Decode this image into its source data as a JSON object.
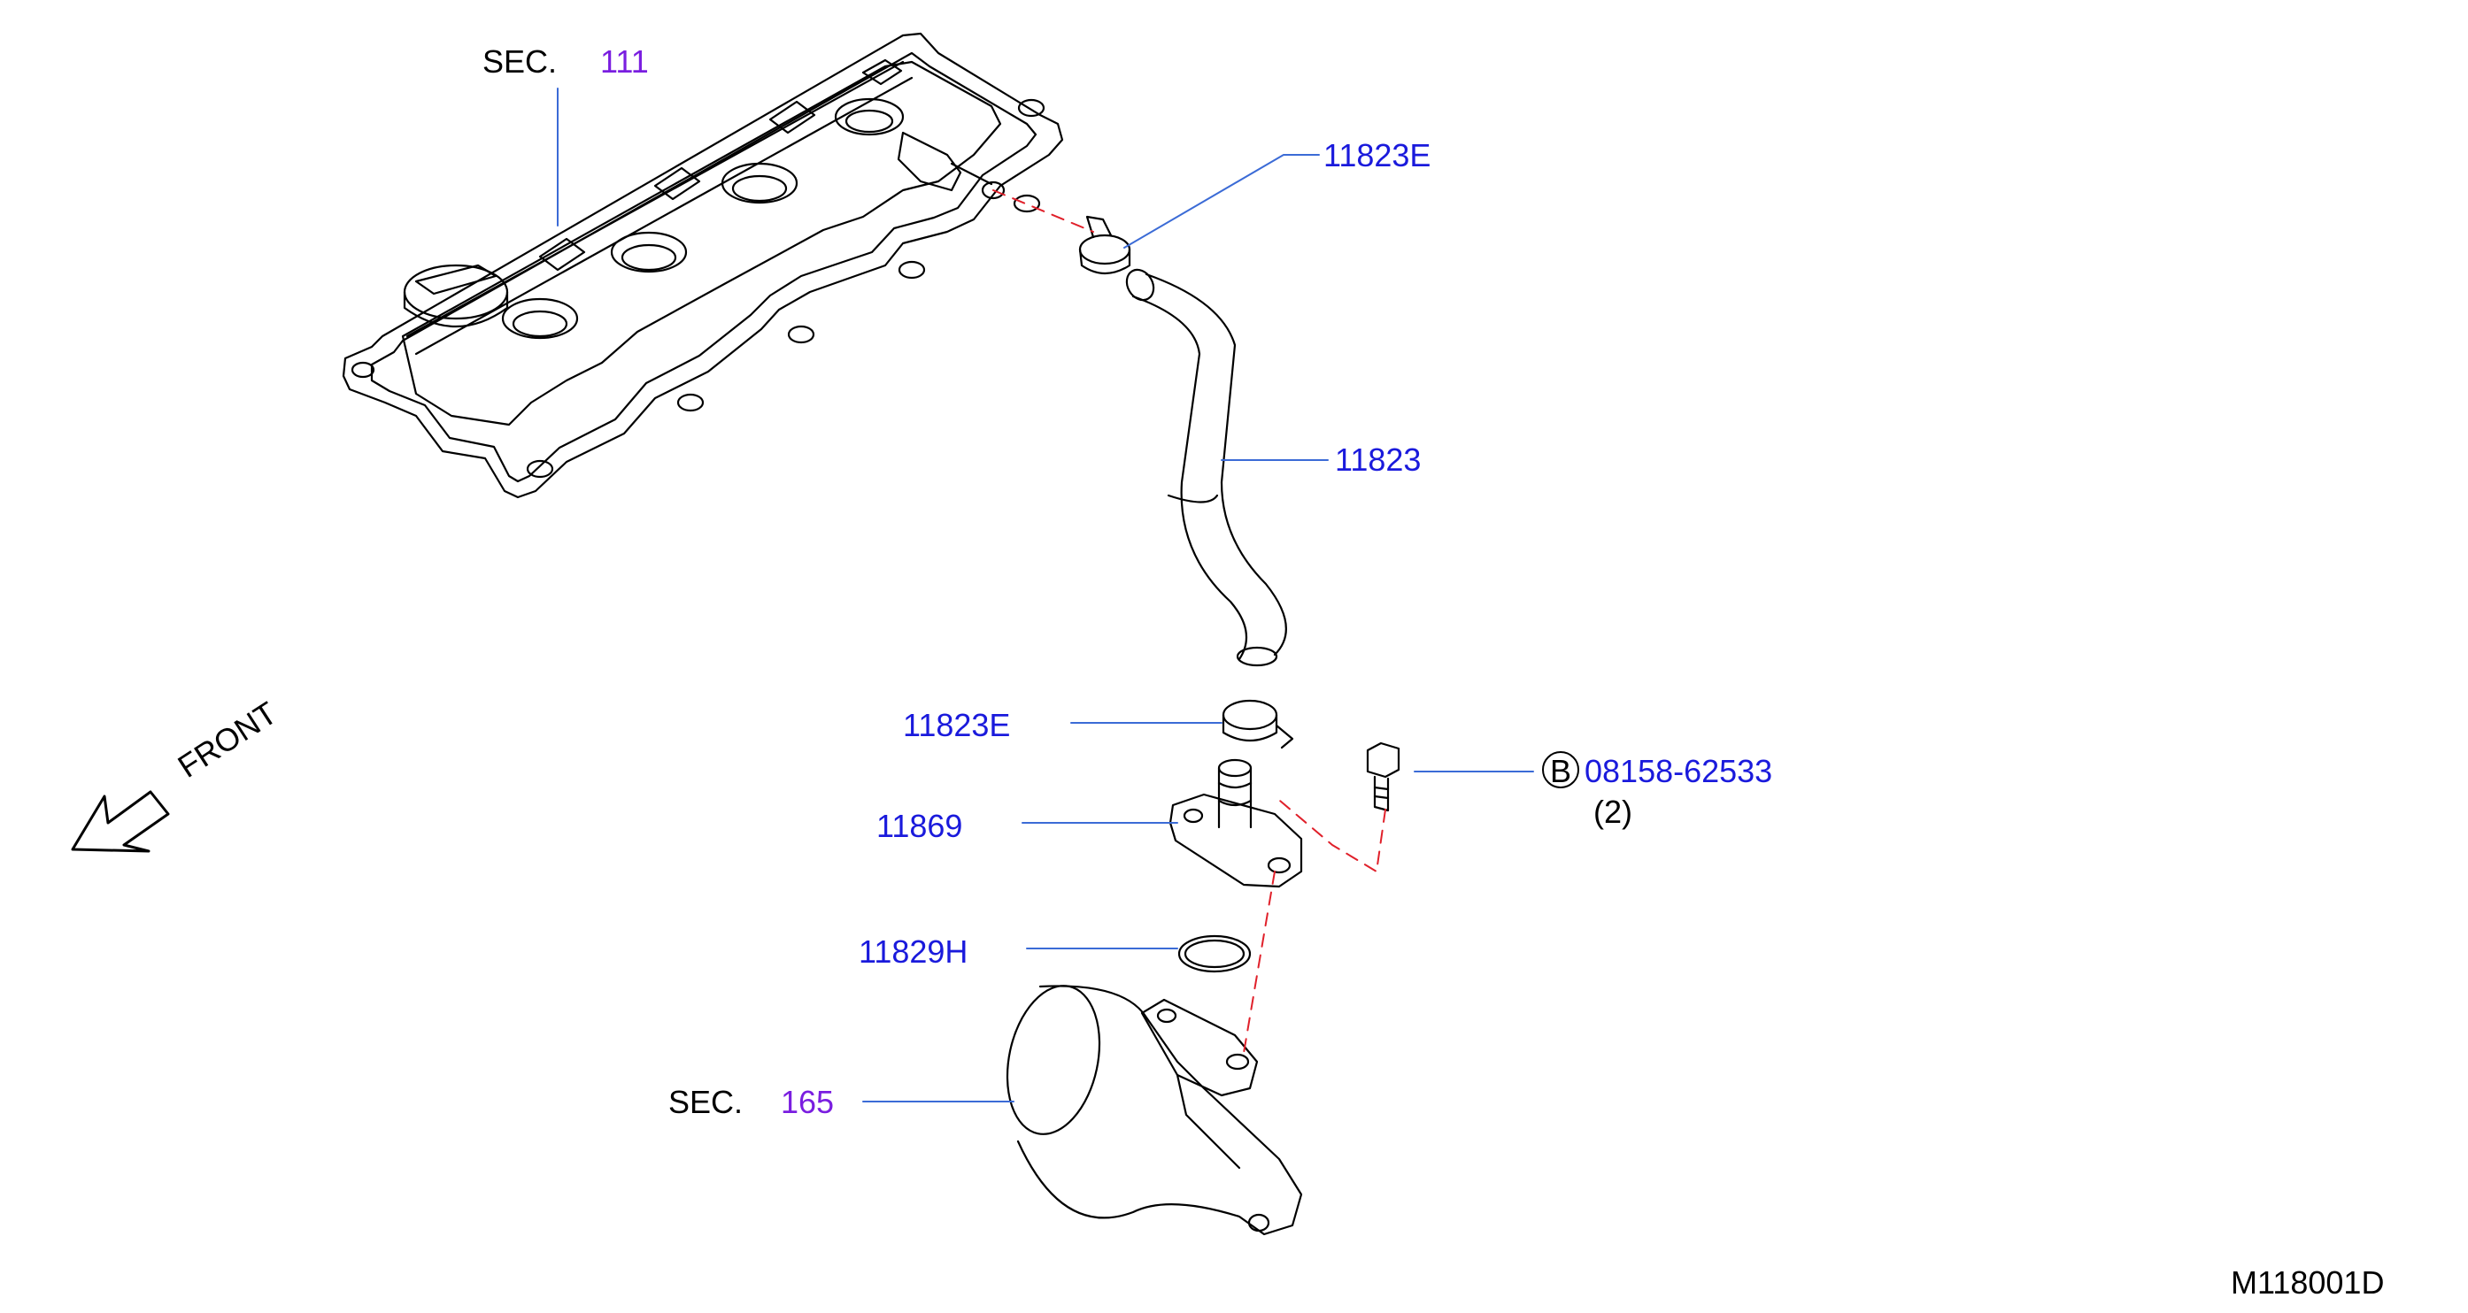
{
  "colors": {
    "part_number": "#1a1adc",
    "section_ref": "#7a1ee0",
    "outline": "#000000",
    "leader": "#3b6bd6",
    "dashed": "#e0202a"
  },
  "labels": {
    "sec_top": "SEC.",
    "sec_top_num": "111",
    "sec_bottom": "SEC.",
    "sec_bottom_num": "165",
    "clamp_top": "11823E",
    "hose": "11823",
    "clamp_bottom": "11823E",
    "connector": "11869",
    "oring": "11829H",
    "bolt_symbol": "B",
    "bolt": "08158-62533",
    "bolt_qty": "(2)",
    "front": "FRONT",
    "diagram_code": "M118001D"
  }
}
